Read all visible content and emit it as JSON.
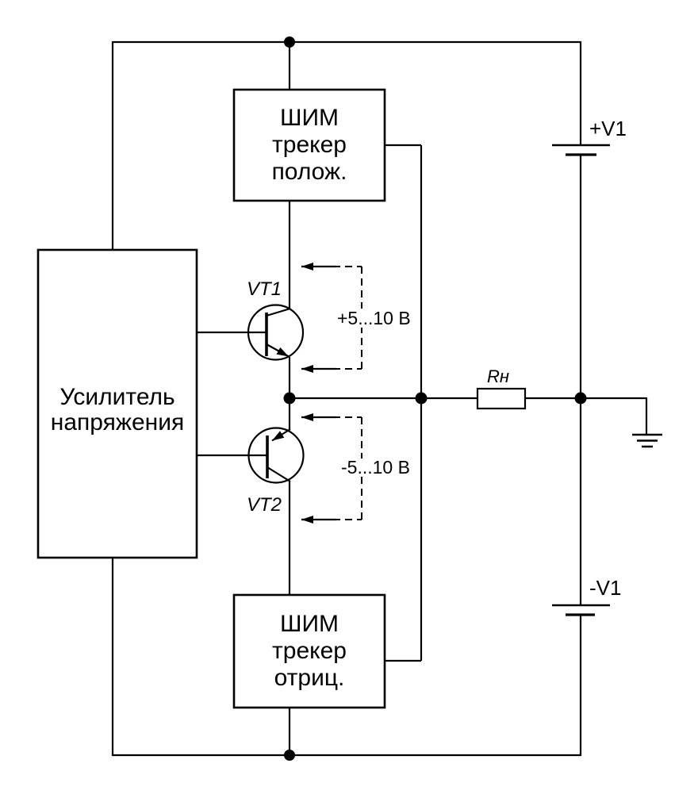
{
  "diagram": {
    "colors": {
      "line": "#000000",
      "background": "#ffffff"
    },
    "blocks": {
      "amplifier": {
        "lines": [
          "Усилитель",
          "напряжения"
        ]
      },
      "pwm_pos": {
        "lines": [
          "ШИМ",
          "трекер",
          "полож."
        ]
      },
      "pwm_neg": {
        "lines": [
          "ШИМ",
          "трекер",
          "отриц."
        ]
      }
    },
    "transistors": {
      "vt1": {
        "label": "VT1",
        "type": "NPN"
      },
      "vt2": {
        "label": "VT2",
        "type": "PNP"
      }
    },
    "annotations": {
      "pos_range": "+5...10 В",
      "neg_range": "-5...10 В"
    },
    "supplies": {
      "positive": "+V1",
      "negative": "-V1"
    },
    "load": {
      "label": "Rн"
    }
  }
}
